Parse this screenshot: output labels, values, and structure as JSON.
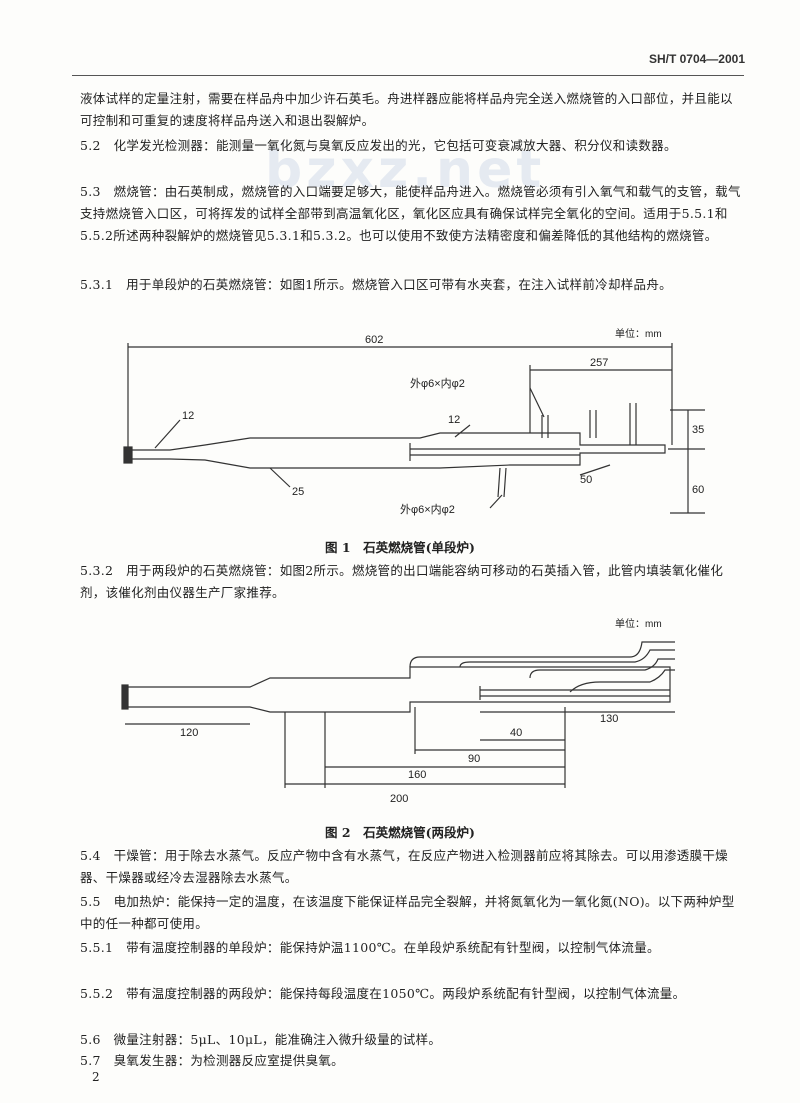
{
  "header": {
    "std_no": "SH/T 0704—2001"
  },
  "watermark": "bzxz.net",
  "paragraphs": [
    "液体试样的定量注射，需要在样品舟中加少许石英毛。舟进样器应能将样品舟完全送入燃烧管的入口部位，并且能以可控制和可重复的速度将样品舟送入和退出裂解炉。",
    "5.2　化学发光检测器：能测量一氧化氮与臭氧反应发出的光，它包括可变衰减放大器、积分仪和读数器。",
    "5.3　燃烧管：由石英制成，燃烧管的入口端要足够大，能使样品舟进入。燃烧管必须有引入氧气和载气的支管，载气支持燃烧管入口区，可将挥发的试样全部带到高温氧化区，氧化区应具有确保试样完全氧化的空间。适用于5.5.1和5.5.2所述两种裂解炉的燃烧管见5.3.1和5.3.2。也可以使用不致使方法精密度和偏差降低的其他结构的燃烧管。",
    "5.3.1　用于单段炉的石英燃烧管：如图1所示。燃烧管入口区可带有水夹套，在注入试样前冷却样品舟。"
  ],
  "figure1": {
    "unit": "单位：mm",
    "dims": {
      "total": "602",
      "right": "257",
      "tube_top": "12",
      "tube_mid": "12",
      "bottom": "25",
      "d50": "50",
      "v35": "35",
      "v60": "60"
    },
    "branch_top": "外φ6×内φ2",
    "branch_bottom": "外φ6×内φ2",
    "caption": "图 1　石英燃烧管(单段炉)"
  },
  "para_532": "5.3.2　用于两段炉的石英燃烧管：如图2所示。燃烧管的出口端能容纳可移动的石英插入管，此管内填装氧化催化剂，该催化剂由仪器生产厂家推荐。",
  "figure2": {
    "unit": "单位：mm",
    "dims": {
      "d120": "120",
      "d130": "130",
      "d40": "40",
      "d90": "90",
      "d160": "160",
      "d200": "200"
    },
    "caption": "图 2　石英燃烧管(两段炉)"
  },
  "paragraphs_after": [
    "5.4　干燥管：用于除去水蒸气。反应产物中含有水蒸气，在反应产物进入检测器前应将其除去。可以用渗透膜干燥器、干燥器或经冷去湿器除去水蒸气。",
    "5.5　电加热炉：能保持一定的温度，在该温度下能保证样品完全裂解，并将氮氧化为一氧化氮(NO)。以下两种炉型中的任一种都可使用。",
    "5.5.1　带有温度控制器的单段炉：能保持炉温1100℃。在单段炉系统配有针型阀，以控制气体流量。",
    "5.5.2　带有温度控制器的两段炉：能保持每段温度在1050℃。两段炉系统配有针型阀，以控制气体流量。",
    "5.6　微量注射器：5μL、10μL，能准确注入微升级量的试样。",
    "5.7　臭氧发生器：为检测器反应室提供臭氧。"
  ],
  "page_number": "2"
}
